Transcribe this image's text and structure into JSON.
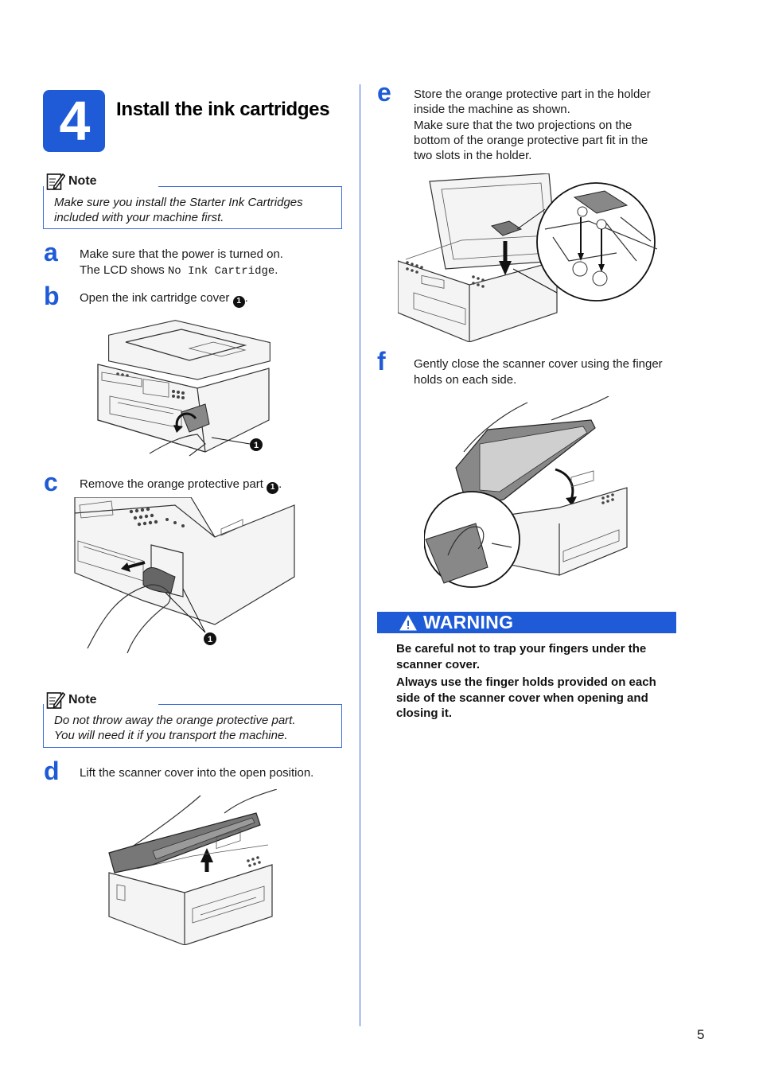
{
  "section": {
    "number": "4",
    "title": "Install the ink cartridges"
  },
  "note1": {
    "label": "Note",
    "text_line1": "Make sure you install the Starter Ink Cartridges",
    "text_line2": "included with your machine first."
  },
  "steps": {
    "a": {
      "letter": "a",
      "line1": "Make sure that the power is turned on.",
      "line2_prefix": "The LCD shows ",
      "lcd_message": "No Ink Cartridge",
      "line2_suffix": "."
    },
    "b": {
      "letter": "b",
      "text": "Open the ink cartridge cover ",
      "callout": "1",
      "suffix": ".",
      "figure_callout": "1"
    },
    "c": {
      "letter": "c",
      "text": "Remove the orange protective part ",
      "callout": "1",
      "suffix": ".",
      "figure_callout": "1"
    },
    "d": {
      "letter": "d",
      "text": "Lift the scanner cover into the open position."
    },
    "e": {
      "letter": "e",
      "line1": "Store the orange protective part in the holder",
      "line2": "inside the machine as shown.",
      "line3": "Make sure that the two projections on the",
      "line4": "bottom of the orange protective part fit in the",
      "line5": "two slots in the holder."
    },
    "f": {
      "letter": "f",
      "line1": "Gently close the scanner cover using the finger",
      "line2": "holds on each side."
    }
  },
  "note2": {
    "label": "Note",
    "text_line1": "Do not throw away the orange protective part.",
    "text_line2": "You will need it if you transport the machine."
  },
  "warning": {
    "label": "WARNING",
    "para1_line1": "Be careful not to trap your fingers under the",
    "para1_line2": "scanner cover.",
    "para2_line1": "Always use the finger holds provided on each",
    "para2_line2": "side of the scanner cover when opening and",
    "para2_line3": "closing it."
  },
  "page_number": "5",
  "colors": {
    "accent": "#1f5bd6",
    "rule": "#3a6cd8"
  },
  "icons": {
    "note": "note-pencil-icon",
    "warning": "warning-triangle-icon"
  }
}
